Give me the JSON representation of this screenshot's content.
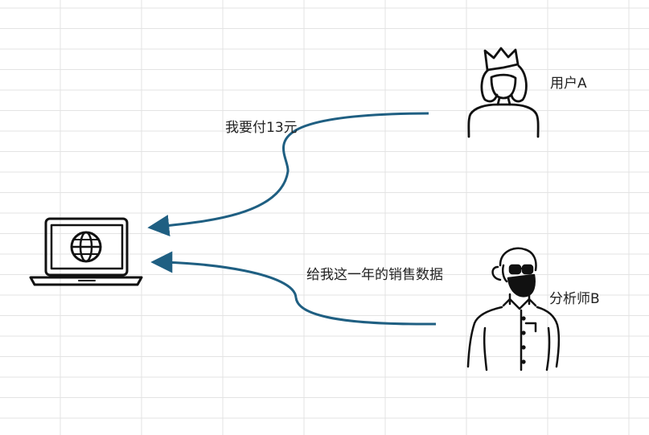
{
  "labels": {
    "user_a": "用户A",
    "analyst_b": "分析师B",
    "message_pay": "我要付13元",
    "message_request": "给我这一年的销售数据"
  },
  "icons": {
    "laptop": "laptop-globe-icon",
    "user_a": "crowned-person-icon",
    "analyst_b": "bearded-person-icon"
  },
  "colors": {
    "arrow": "#1f5f82",
    "ink": "#111111",
    "grid": "#e3e3e3"
  }
}
